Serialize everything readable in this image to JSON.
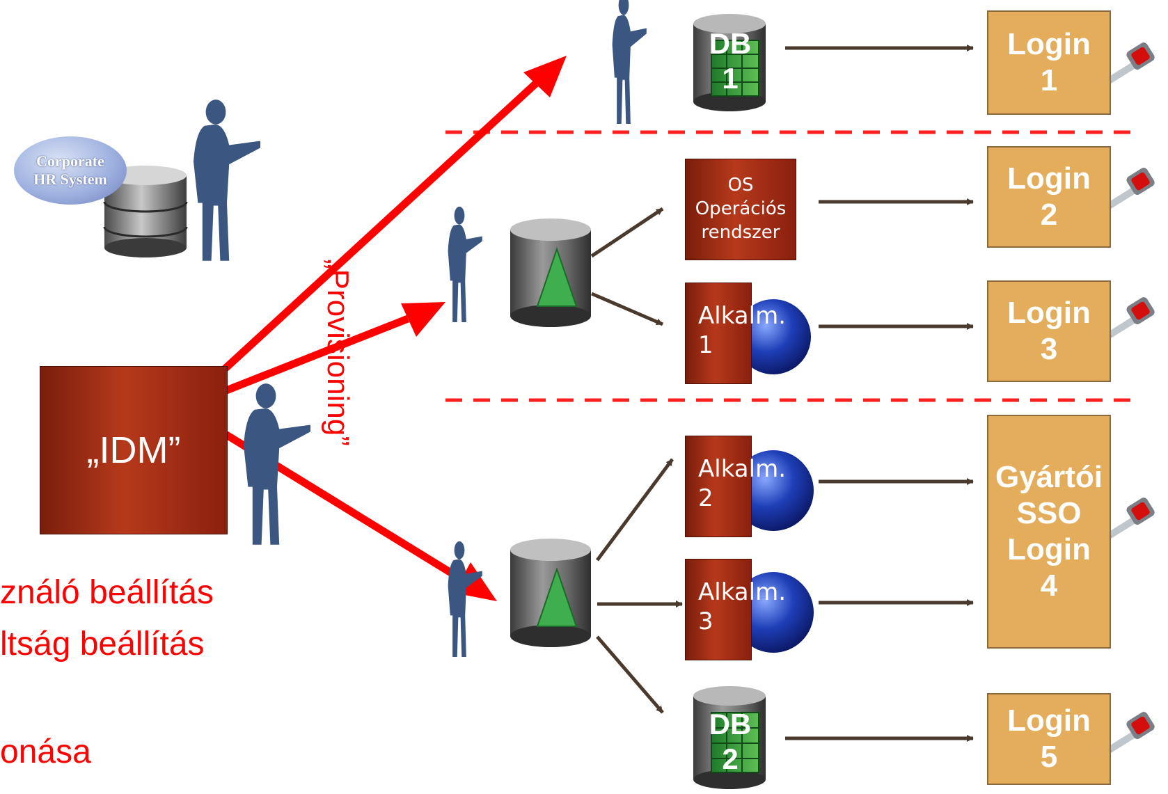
{
  "idm": {
    "label": "„IDM”"
  },
  "provisioning": {
    "label": "„Provisioning”"
  },
  "hr_system": {
    "line1": "Corporate",
    "line2": "HR System"
  },
  "databases": [
    {
      "line1": "DB",
      "line2": "1"
    },
    {
      "line1": "DB",
      "line2": "2"
    }
  ],
  "os": {
    "line1": "OS",
    "line2": "Operációs",
    "line3": "rendszer"
  },
  "apps": [
    {
      "line1": "Alkalm.",
      "line2": "1"
    },
    {
      "line1": "Alkalm.",
      "line2": "2"
    },
    {
      "line1": "Alkalm.",
      "line2": "3"
    }
  ],
  "logins": [
    {
      "lines": [
        "Login",
        "1"
      ]
    },
    {
      "lines": [
        "Login",
        "2"
      ]
    },
    {
      "lines": [
        "Login",
        "3"
      ]
    },
    {
      "lines": [
        "Gyártói",
        "SSO",
        "Login",
        "4"
      ]
    },
    {
      "lines": [
        "Login",
        "5"
      ]
    }
  ],
  "left_text": {
    "line1": "ználó beállítás",
    "line2": "ltság beállítás",
    "line3": "onása"
  },
  "colors": {
    "red_arrow": "#ff0000",
    "dark_arrow": "#4a3a2e",
    "login_fill": "#e3ad5c",
    "box_red": "#b6391b",
    "person": "#3b5680",
    "divider": "#ff2020"
  },
  "icons": [
    "person-icon",
    "database-icon",
    "globe-icon",
    "key-icon"
  ]
}
